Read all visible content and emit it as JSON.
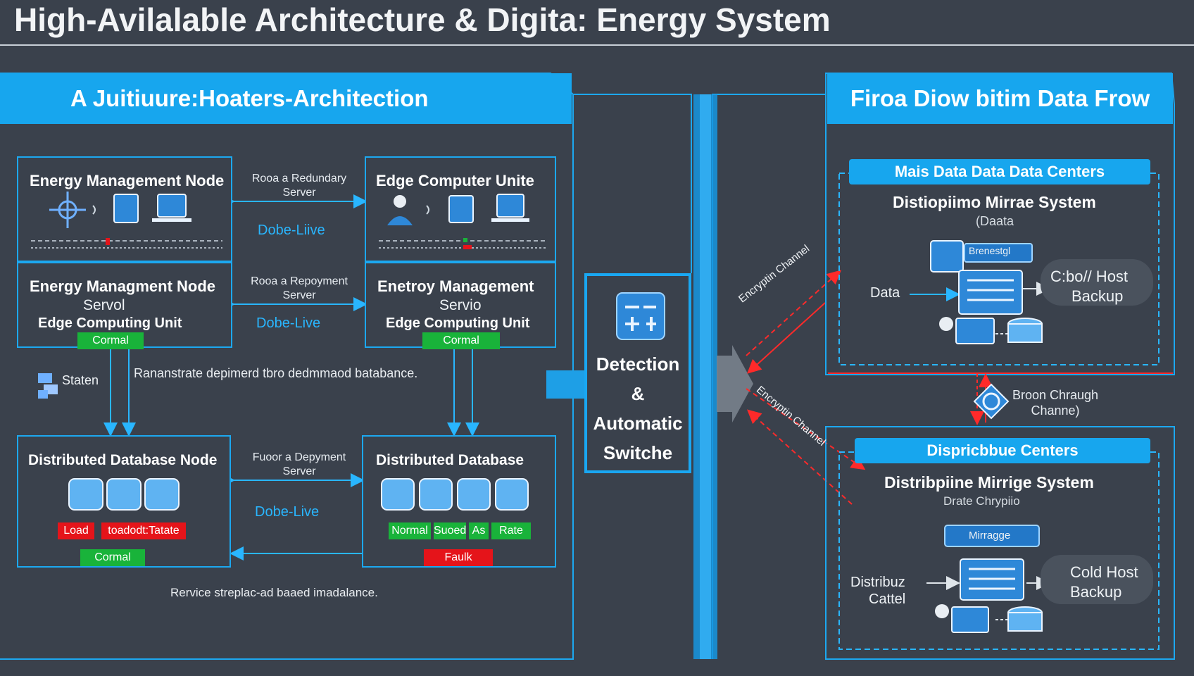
{
  "header": {
    "title": "High-Avilalable Architecture & Digita: Energy System"
  },
  "left_panel": {
    "banner": "A Juitiuure:Hoaters-Architection",
    "row1": {
      "left_node": "Energy Management Node",
      "right_node": "Edge Computer Unite",
      "link_caption_1": "Rooa a Redundary",
      "link_caption_2": "Server",
      "live_label": "Dobe-Liive"
    },
    "row2": {
      "left_title": "Energy Managment  Node",
      "left_sub1": "Servol",
      "left_sub2": "Edge Computing Unit",
      "left_badge": "Cormal",
      "right_title": "Enetroy Management",
      "right_sub1": "Servio",
      "right_sub2": "Edge Computing Unit",
      "right_badge": "Cormal",
      "link_caption_1": "Rooa a Repoyment",
      "link_caption_2": "Server",
      "live_label": "Dobe-Live"
    },
    "station_label": "Staten",
    "middle_note": "Rananstrate depimerd tbro dedmmaod batabance.",
    "row3": {
      "left_title": "Distributed Database Node",
      "left_badges": [
        "Load",
        "toadodt:Tatate"
      ],
      "left_status": "Cormal",
      "right_title": "Distributed Database",
      "right_badges": [
        "Normal",
        "Suoed",
        "As",
        "Rate"
      ],
      "right_status": "Faulk",
      "link_caption_1": "Fuoor a Depyment",
      "link_caption_2": "Server",
      "live_label": "Dobe-Live"
    },
    "footer_note": "Rervice streplac-ad baaed imadalance."
  },
  "switch": {
    "lines": [
      "Detection",
      "&",
      "Automatic",
      "Switche"
    ]
  },
  "encryption": {
    "upper": "Encryptin Channel",
    "lower": "Encryptin Channel"
  },
  "right_panel": {
    "banner": "Firoa Diow bitim Data Frow",
    "top_center": {
      "banner": "Mais Data Data Data Centers",
      "title": "Distiopiimo Mirrae System",
      "subtitle": "(Daata",
      "screen_label": "Brenestgl",
      "input_label": "Data",
      "backup_1": "C:bo// Host",
      "backup_2": "Backup"
    },
    "bridge": {
      "line1": "Broon Chraugh",
      "line2": "Channe)"
    },
    "bottom_center": {
      "banner": "Dispricbbue Centers",
      "title": "Distribpiine Mirrige System",
      "subtitle": "Drate Chrypiio",
      "screen_label": "Mirragge",
      "input_1": "Distribuz",
      "input_2": "Cattel",
      "backup_1": "Cold Host",
      "backup_2": "Backup"
    }
  },
  "colors": {
    "accent": "#17a6ee",
    "ok": "#19b33a",
    "alert": "#e5141a",
    "background": "#3a414c"
  }
}
